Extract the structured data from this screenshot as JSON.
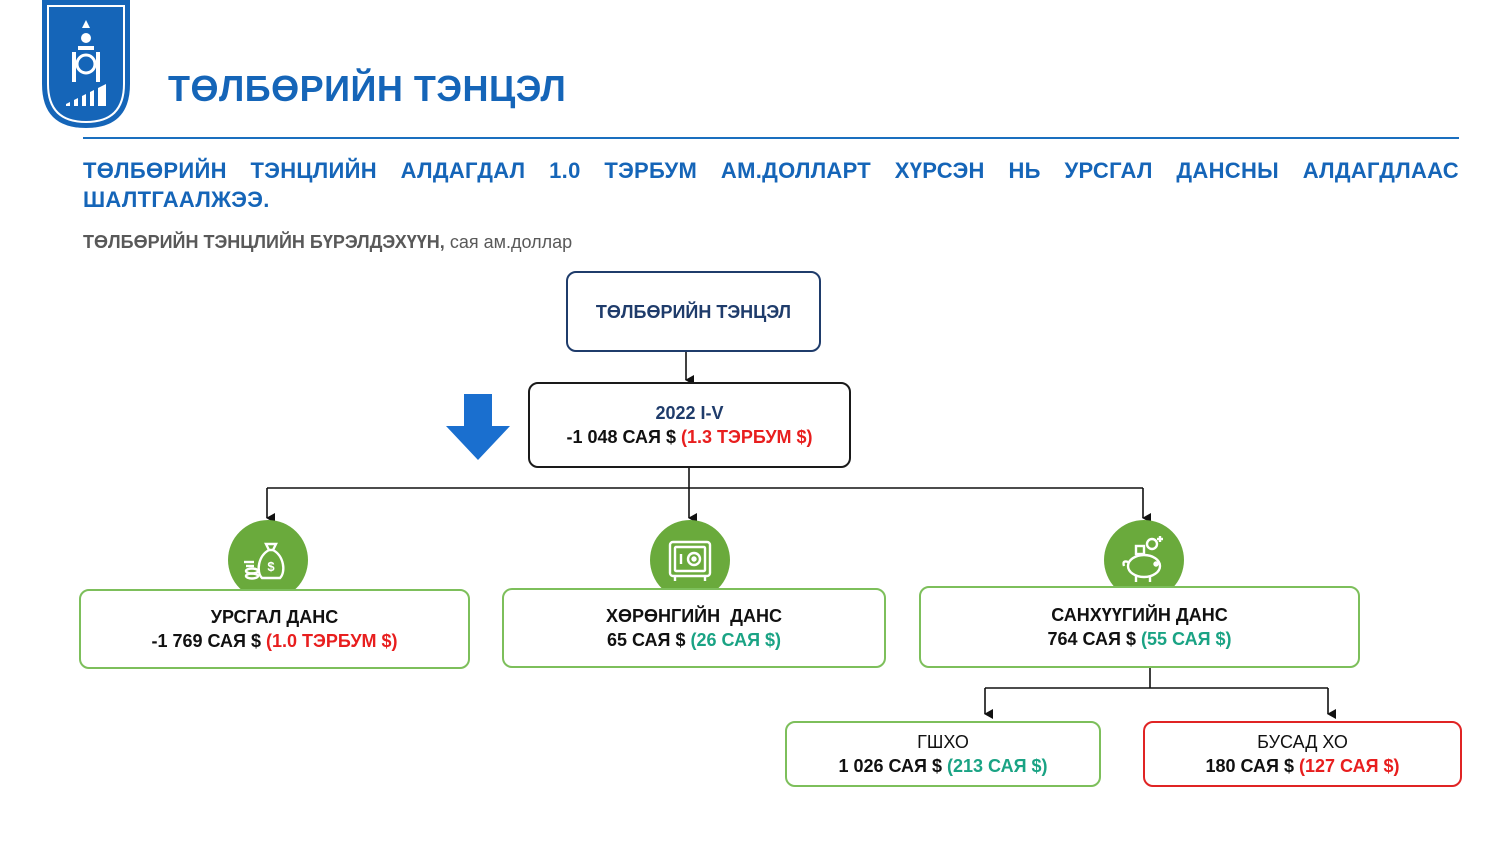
{
  "page": {
    "title": "ТӨЛБӨРИЙН ТЭНЦЭЛ",
    "headline": "ТӨЛБӨРИЙН ТЭНЦЛИЙН АЛДАГДАЛ 1.0 ТЭРБУМ АМ.ДОЛЛАРТ ХҮРСЭН НЬ УРСГАЛ ДАНСНЫ АЛДАГДЛААС ШАЛТГААЛЖЭЭ.",
    "subhead_bold": "ТӨЛБӨРИЙН ТЭНЦЛИЙН БҮРЭЛДЭХҮҮН,",
    "subhead_unit": "сая ам.доллар"
  },
  "diagram": {
    "root": {
      "label": "ТӨЛБӨРИЙН ТЭНЦЭЛ"
    },
    "period": {
      "label": "2022 I-V",
      "value": "-1 048 САЯ $",
      "change": "(1.3 ТЭРБУМ $)",
      "trend_icon": "arrow-down-icon"
    },
    "accounts": [
      {
        "label": "УРСГАЛ ДАНС",
        "value": "-1 769 САЯ $",
        "change": "(1.0 ТЭРБУМ $)",
        "change_color": "#e81e1e",
        "icon": "money-bag-icon"
      },
      {
        "label": "ХӨРӨНГИЙН  ДАНС",
        "value": "65 САЯ $",
        "change": "(26 САЯ $)",
        "change_color": "#1aa384",
        "icon": "safe-icon"
      },
      {
        "label": "САНХҮҮГИЙН ДАНС",
        "value": "764 САЯ $",
        "change": "(55 САЯ $)",
        "change_color": "#1aa384",
        "icon": "piggy-bank-icon"
      }
    ],
    "financial_breakdown": [
      {
        "label": "ГШХО",
        "value": "1 026 САЯ $",
        "change": "(213 САЯ $)",
        "change_color": "#1aa384"
      },
      {
        "label": "БУСАД ХО",
        "value": "180 САЯ $",
        "change": "(127 САЯ $)",
        "change_color": "#e81e1e"
      }
    ]
  },
  "colors": {
    "brand_blue": "#1565b8",
    "navy": "#1f3c6b",
    "green_border": "#7dbf5b",
    "icon_green": "#6aaa3c",
    "negative_red": "#e81e1e",
    "positive_teal": "#1aa384"
  }
}
